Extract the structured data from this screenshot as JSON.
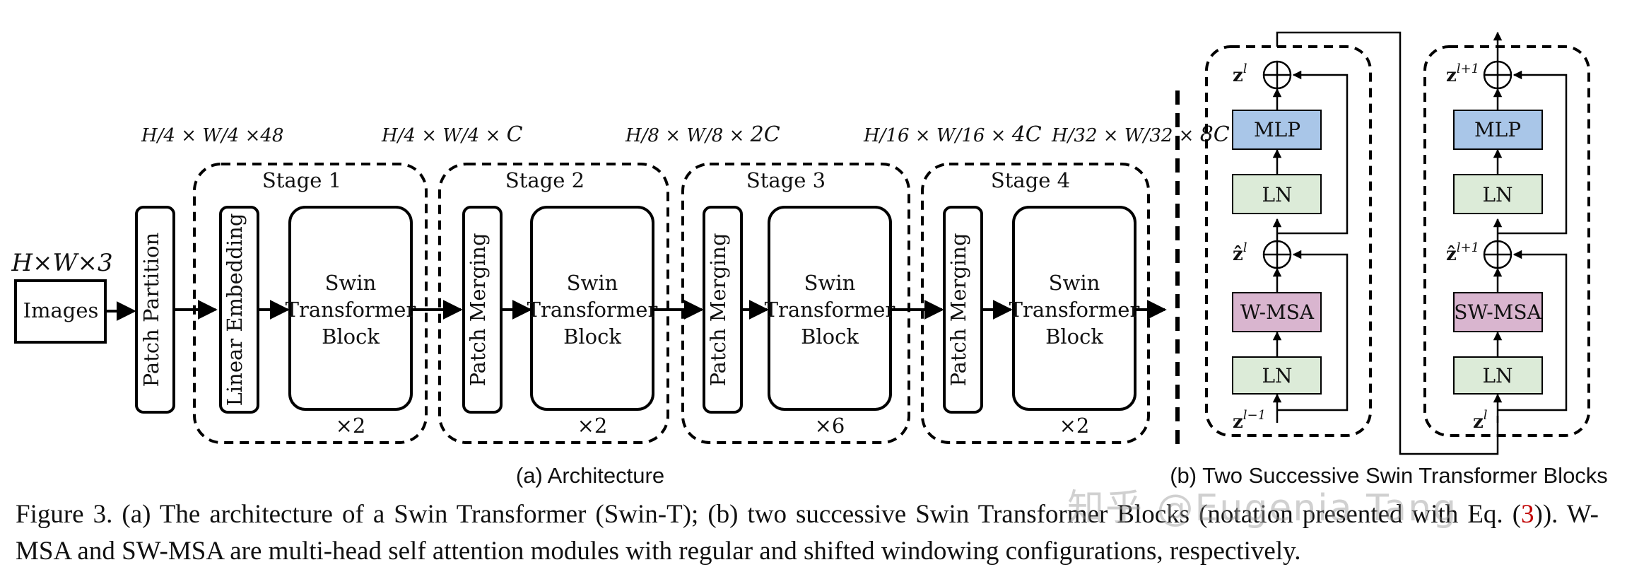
{
  "colors": {
    "mlp_fill": "#a9c6e8",
    "ln_fill": "#dcebd8",
    "msa_fill": "#d9b5cf",
    "stroke": "#000000",
    "ref": "#c00000"
  },
  "architecture": {
    "input_dim": "H×W×3",
    "images_label": "Images",
    "patch_partition_label": "Patch Partition",
    "stages": [
      {
        "title": "Stage 1",
        "embed_label": "Linear Embedding",
        "block_lines": [
          "Swin",
          "Transformer",
          "Block"
        ],
        "repeat": "×2",
        "dim_prefix": "H/4 × W/4 ×",
        "dim_suffix": "C"
      },
      {
        "title": "Stage 2",
        "embed_label": "Patch Merging",
        "block_lines": [
          "Swin",
          "Transformer",
          "Block"
        ],
        "repeat": "×2",
        "dim_prefix": "H/8 × W/8 ×",
        "dim_suffix": "2C"
      },
      {
        "title": "Stage 3",
        "embed_label": "Patch Merging",
        "block_lines": [
          "Swin",
          "Transformer",
          "Block"
        ],
        "repeat": "×6",
        "dim_prefix": "H/16 × W/16 ×",
        "dim_suffix": "4C"
      },
      {
        "title": "Stage 4",
        "embed_label": "Patch Merging",
        "block_lines": [
          "Swin",
          "Transformer",
          "Block"
        ],
        "repeat": "×2",
        "dim_prefix": "H/32 × W/32 ×",
        "dim_suffix": "8C"
      }
    ],
    "partition_dim": "H/4 × W/4 ×48",
    "subcaption": "(a) Architecture"
  },
  "blocks": {
    "left": {
      "mlp": "MLP",
      "ln_top": "LN",
      "msa": "W-MSA",
      "ln_bottom": "LN",
      "out_var": "z",
      "out_sup": "l",
      "mid_var": "ẑ",
      "mid_sup": "l",
      "in_var": "z",
      "in_sup": "l−1"
    },
    "right": {
      "mlp": "MLP",
      "ln_top": "LN",
      "msa": "SW-MSA",
      "ln_bottom": "LN",
      "out_var": "z",
      "out_sup": "l+1",
      "mid_var": "ẑ",
      "mid_sup": "l+1",
      "in_var": "z",
      "in_sup": "l"
    },
    "subcaption": "(b) Two Successive Swin Transformer Blocks"
  },
  "caption": {
    "part1": "Figure 3. (a) The architecture of a Swin Transformer (Swin-T); (b) two successive Swin Transformer Blocks (notation presented with Eq. (",
    "ref": "3",
    "part2": ")). W-MSA and SW-MSA are multi-head self attention modules with regular and shifted windowing configurations, respectively."
  },
  "watermark": "知乎 @Eugenia Tang"
}
